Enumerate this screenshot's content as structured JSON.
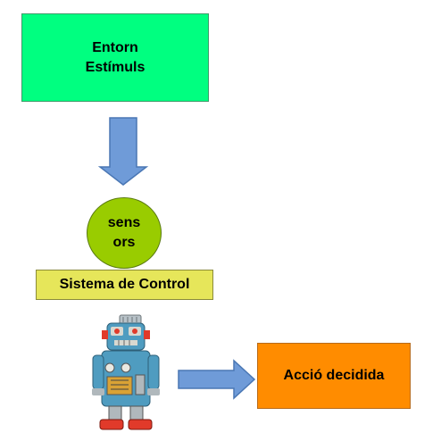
{
  "entorn": {
    "line1": "Entorn",
    "line2": "Estímuls"
  },
  "sensors": {
    "line1": "sens",
    "line2": "ors"
  },
  "sistema": {
    "label": "Sistema de Control"
  },
  "accio": {
    "label": "Acció decidida"
  },
  "colors": {
    "entorn_fill": "#00ff80",
    "sensors_fill": "#99cc00",
    "sistema_fill": "#e6e65a",
    "accio_fill": "#ff8c00",
    "arrow_fill": "#6f9bd8"
  },
  "icons": {
    "robot": "toy-robot-icon"
  }
}
